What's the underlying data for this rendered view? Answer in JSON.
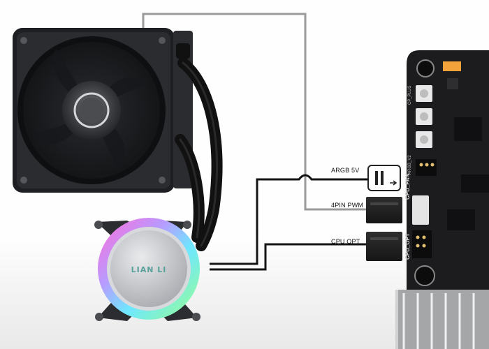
{
  "connections": {
    "argb": {
      "label": "ARGB 5V"
    },
    "fan": {
      "label": "4PIN PWM"
    },
    "pump": {
      "label": "CPU OPT"
    }
  },
  "motherboard": {
    "header_fan": "CPU_FAN",
    "header_opt": "CPU_OPT",
    "header_top": "CP_PLUS",
    "header_mid": "ARGB_V2"
  },
  "pump_logo": "LIAN LI",
  "colors": {
    "cable_black": "#151515",
    "cable_gray": "#9a9a9a",
    "fan_frame": "#1e1f22",
    "board": "#1c1c1e",
    "ring_start": "#ff5ad6",
    "ring_mid": "#6ee7ff",
    "ring_end": "#9bff8c"
  }
}
